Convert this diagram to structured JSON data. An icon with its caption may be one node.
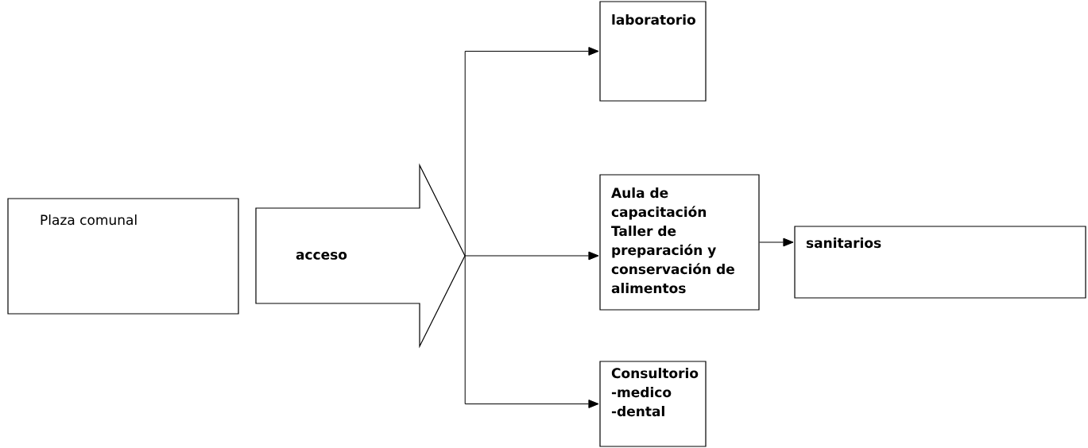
{
  "diagram": {
    "nodes": [
      {
        "text": [
          "Plaza comunal"
        ]
      },
      {
        "text": [
          "acceso"
        ]
      },
      {
        "text": [
          "laboratorio"
        ]
      },
      {
        "text": [
          "Aula de capacitación",
          "Taller de preparación y conservación de alimentos"
        ]
      },
      {
        "text": [
          "sanitarios"
        ]
      },
      {
        "text": [
          "Consultorio",
          "-medico",
          "-dental"
        ]
      }
    ],
    "edges": [
      {
        "from": 1,
        "to": 2,
        "arrow": "to"
      },
      {
        "from": 1,
        "to": 3,
        "arrow": "to"
      },
      {
        "from": 1,
        "to": 5,
        "arrow": "to"
      },
      {
        "from": 3,
        "to": 4,
        "arrow": "to"
      }
    ]
  }
}
